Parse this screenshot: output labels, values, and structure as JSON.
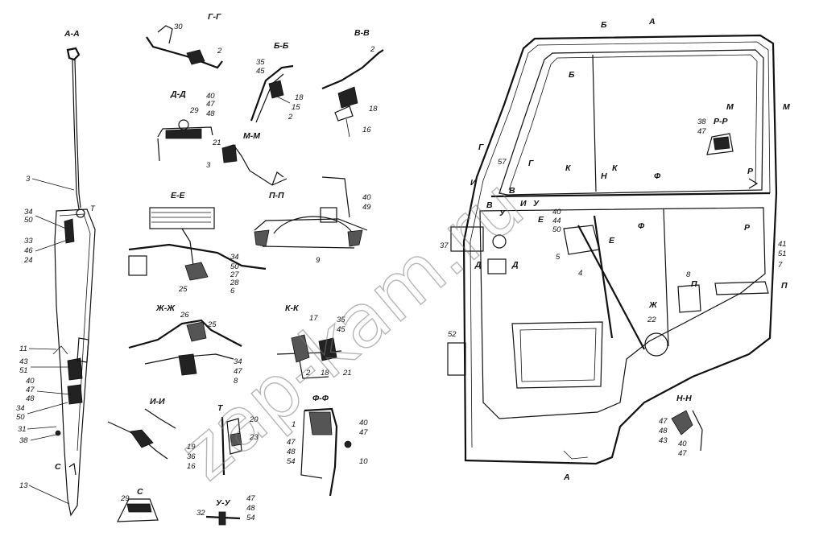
{
  "corner_mark": "",
  "watermark": "zap-kam.ru",
  "sections": {
    "aa": "А-А",
    "gg": "Г-Г",
    "bb": "Б-Б",
    "vv": "В-В",
    "dd": "Д-Д",
    "mm": "М-М",
    "ee": "Е-Е",
    "pp": "П-П",
    "zhzh": "Ж-Ж",
    "kk": "К-К",
    "ii": "И-И",
    "t": "Т",
    "ff": "Ф-Ф",
    "c": "С",
    "uu": "У-У",
    "rr": "Р-Р",
    "nn": "Н-Н"
  },
  "main_view_marks": {
    "b_top": "Б",
    "a_top": "А",
    "b_mid": "Б",
    "m_left": "М",
    "m_right": "М",
    "g_left": "Г",
    "g_right": "Г",
    "k_left": "К",
    "k_right": "К",
    "n": "Н",
    "f_vertical": "Ф",
    "f_lower": "Ф",
    "r_upper": "Р",
    "r_lower": "Р",
    "i_left": "И",
    "i_right": "И",
    "v_left": "В",
    "v_right": "В",
    "u_left": "У",
    "u_right": "У",
    "d_left": "Д",
    "d_right": "Д",
    "e_left": "Е",
    "e_right": "Е",
    "zh": "Ж",
    "p_left": "П",
    "p_right": "П",
    "a_bottom": "А"
  },
  "labels": {
    "n3": "3",
    "n34a": "34",
    "n50a": "50",
    "n33": "33",
    "n46": "46",
    "n24": "24",
    "n11": "11",
    "n43a": "43",
    "n51a": "51",
    "n40a": "40",
    "n47a": "47",
    "n48a": "48",
    "n34b": "34",
    "n50b": "50",
    "n31": "31",
    "n38a": "38",
    "n13": "13",
    "t_aa": "Т",
    "c_aa": "С",
    "gg30": "30",
    "gg2": "2",
    "bb35": "35",
    "bb45": "45",
    "bb18": "18",
    "bb15": "15",
    "bb2": "2",
    "vv2": "2",
    "vv18": "18",
    "vv16": "16",
    "dd40": "40",
    "dd47": "47",
    "dd29": "29",
    "dd48": "48",
    "mm21": "21",
    "mm3": "3",
    "ee34": "34",
    "ee50": "50",
    "ee27": "27",
    "ee28": "28",
    "ee6": "6",
    "ee25": "25",
    "pp40": "40",
    "pp49": "49",
    "pp9": "9",
    "zz26": "26",
    "zz25": "25",
    "zz34": "34",
    "zz47": "47",
    "zz8": "8",
    "kk17": "17",
    "kk35": "35",
    "kk45": "45",
    "kk2": "2",
    "kk18": "18",
    "kk21": "21",
    "ii19": "19",
    "ii36": "36",
    "ii16": "16",
    "t20": "20",
    "t23": "23",
    "ff1": "1",
    "ff40": "40",
    "ff47a": "47",
    "ff47b": "47",
    "ff48": "48",
    "ff54": "54",
    "ff10": "10",
    "c29": "29",
    "uu47": "47",
    "uu48": "48",
    "uu32": "32",
    "uu54": "54",
    "m57": "57",
    "m40": "40",
    "m44": "44",
    "m50": "50",
    "m5": "5",
    "m4": "4",
    "m37": "37",
    "m52": "52",
    "m22": "22",
    "m8": "8",
    "m41": "41",
    "m51": "51",
    "m7": "7",
    "rr38": "38",
    "rr47": "47",
    "nn47": "47",
    "nn48": "48",
    "nn43": "43",
    "nn40": "40",
    "nn47b": "47"
  }
}
